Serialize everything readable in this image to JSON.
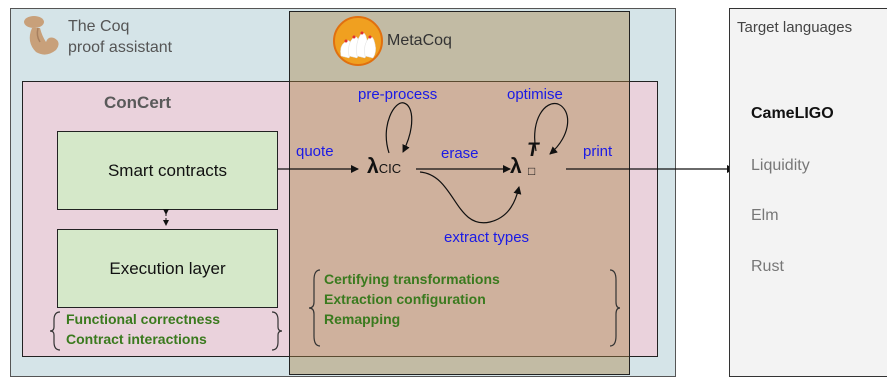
{
  "coq": {
    "title_line1": "The Coq",
    "title_line2": "proof assistant"
  },
  "metacoq": {
    "title": "MetaCoq"
  },
  "concert": {
    "title": "ConCert",
    "smart_contracts": "Smart contracts",
    "execution_layer": "Execution layer",
    "properties": [
      "Functional correctness",
      "Contract interactions"
    ]
  },
  "pipeline": {
    "quote": "quote",
    "pre_process": "pre-process",
    "erase": "erase",
    "optimise": "optimise",
    "extract_types": "extract types",
    "print": "print",
    "lambda_cic": {
      "symbol": "λ",
      "subscript": "CIC"
    },
    "lambda_box": {
      "symbol": "λ",
      "superscript": "T",
      "subscript": "□"
    }
  },
  "metacoq_features": [
    "Certifying transformations",
    "Extraction configuration",
    "Remapping"
  ],
  "targets": {
    "title": "Target languages",
    "items": [
      {
        "name": "CameLIGO",
        "highlight": true
      },
      {
        "name": "Liquidity",
        "highlight": false
      },
      {
        "name": "Elm",
        "highlight": false
      },
      {
        "name": "Rust",
        "highlight": false
      }
    ]
  },
  "colors": {
    "coq_bg": "#d5e4e8",
    "concert_bg": "#ead2dc",
    "metacoq_bg": "#d8b9a6",
    "green_box": "#d5e8c9",
    "blue_text": "#1a1ae6",
    "green_text": "#3a7a1e"
  }
}
